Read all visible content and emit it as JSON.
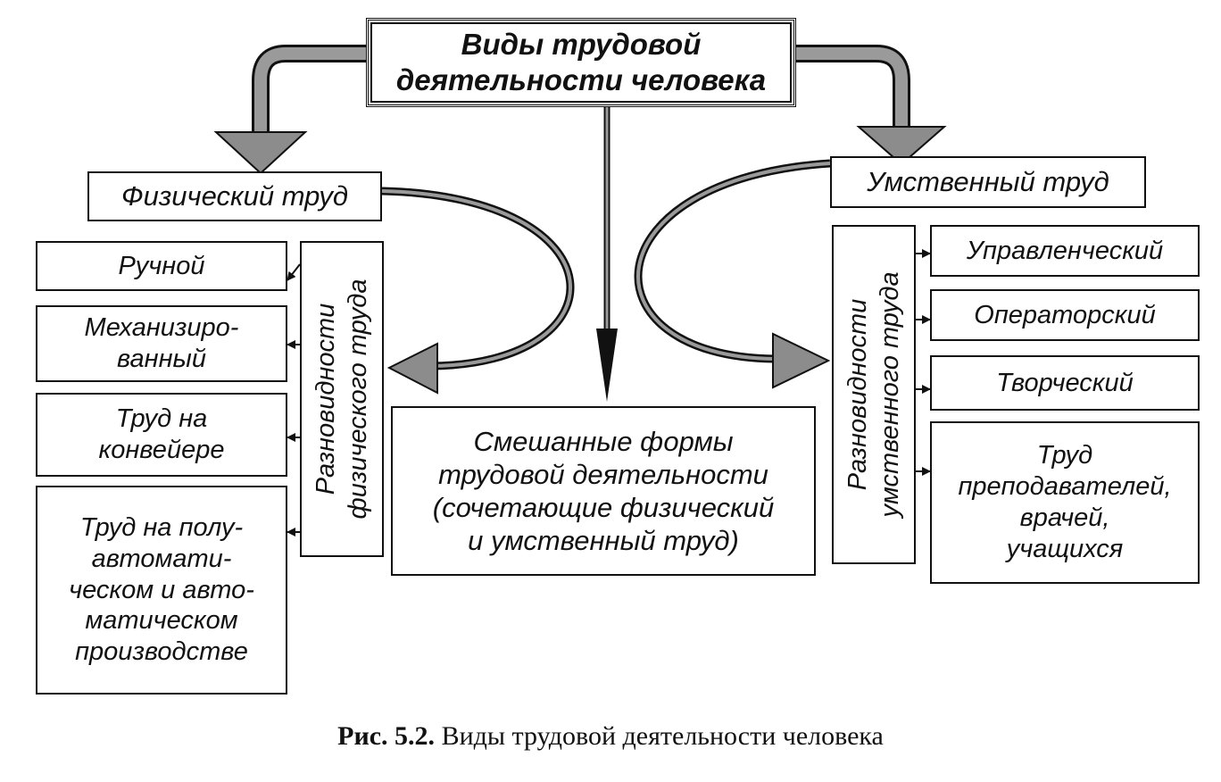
{
  "title": "Виды трудовой\nдеятельности человека",
  "physical": {
    "label": "Физический труд",
    "varieties_label": "Разновидности\nфизического труда",
    "items": [
      "Ручной",
      "Механизиро-\nванный",
      "Труд на\nконвейере",
      "Труд на полу-\nавтомати-\nческом и авто-\nматическом\nпроизводстве"
    ]
  },
  "mental": {
    "label": "Умственный труд",
    "varieties_label": "Разновидности\nумственного труда",
    "items": [
      "Управленческий",
      "Операторский",
      "Творческий",
      "Труд\nпреподавателей,\nврачей,\nучащихся"
    ]
  },
  "mixed": "Смешанные формы\nтрудовой деятельности\n(сочетающие физический\nи умственный труд)",
  "caption": {
    "number": "Рис. 5.2.",
    "text": "Виды трудовой деятельности человека"
  }
}
